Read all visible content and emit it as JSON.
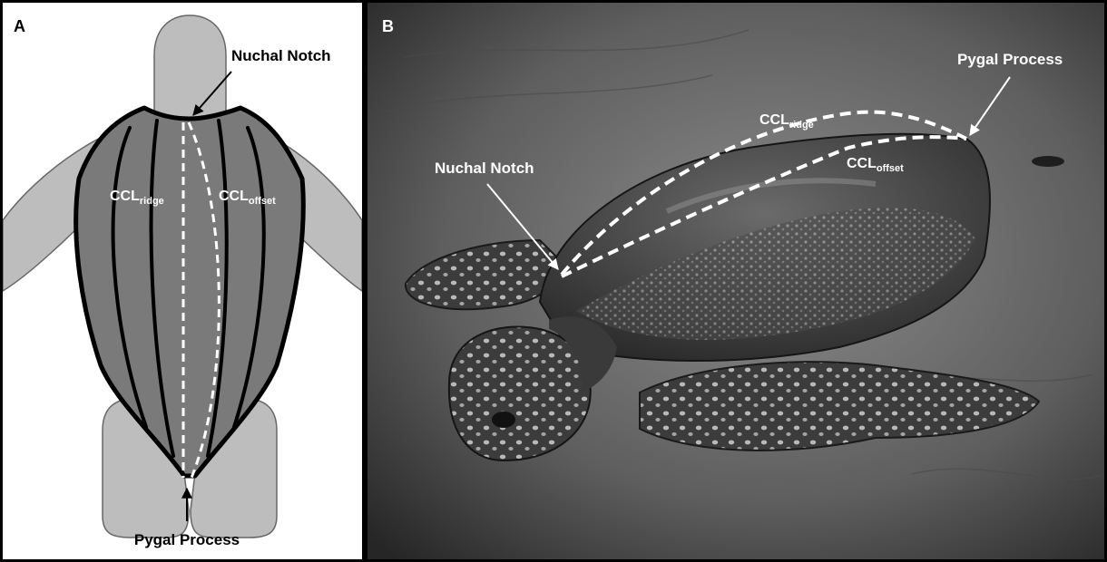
{
  "panel_a": {
    "letter": "A",
    "nuchal_notch_label": "Nuchal Notch",
    "pygal_process_label": "Pygal Process",
    "ccl_ridge": {
      "main": "CCL",
      "sub": "ridge"
    },
    "ccl_offset": {
      "main": "CCL",
      "sub": "offset"
    }
  },
  "panel_b": {
    "letter": "B",
    "nuchal_notch_label": "Nuchal Notch",
    "pygal_process_label": "Pygal Process",
    "ccl_ridge": {
      "main": "CCL",
      "sub": "ridge"
    },
    "ccl_offset": {
      "main": "CCL",
      "sub": "offset"
    }
  }
}
